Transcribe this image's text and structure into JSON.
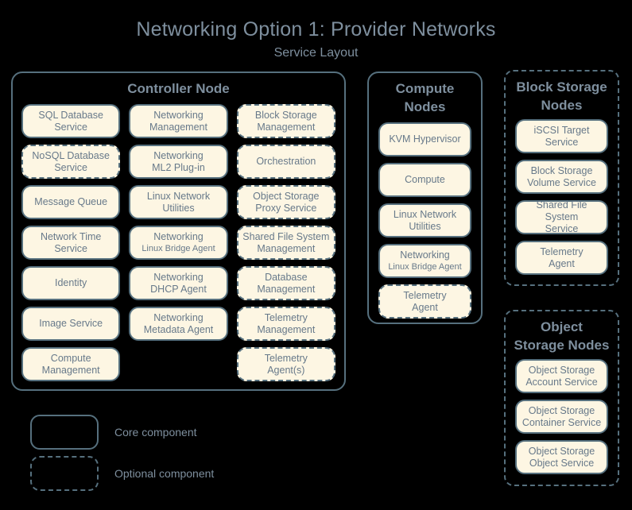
{
  "header": {
    "title": "Networking Option 1: Provider Networks",
    "subtitle": "Service Layout"
  },
  "colors": {
    "background": "#000000",
    "chip_fill": "#fdf6e3",
    "border": "#56707e",
    "heading_text": "#7e8f9e",
    "chip_text": "#67798a"
  },
  "controller_node": {
    "title": "Controller Node",
    "style": "core",
    "columns": [
      [
        {
          "l1": "SQL Database",
          "l2": "Service",
          "style": "core"
        },
        {
          "l1": "NoSQL Database",
          "l2": "Service",
          "style": "optional"
        },
        {
          "l1": "Message Queue",
          "l2": "",
          "style": "core"
        },
        {
          "l1": "Network Time",
          "l2": "Service",
          "style": "core"
        },
        {
          "l1": "Identity",
          "l2": "",
          "style": "core"
        },
        {
          "l1": "Image Service",
          "l2": "",
          "style": "core"
        },
        {
          "l1": "Compute",
          "l2": "Management",
          "style": "core"
        }
      ],
      [
        {
          "l1": "Networking",
          "l2": "Management",
          "style": "core"
        },
        {
          "l1": "Networking",
          "l2": "ML2 Plug-in",
          "style": "core"
        },
        {
          "l1": "Linux Network",
          "l2": "Utilities",
          "style": "core"
        },
        {
          "l1": "Networking",
          "l2": "Linux Bridge Agent",
          "l2_small": true,
          "style": "core"
        },
        {
          "l1": "Networking",
          "l2": "DHCP Agent",
          "style": "core"
        },
        {
          "l1": "Networking",
          "l2": "Metadata Agent",
          "style": "core"
        },
        {
          "l1": "",
          "l2": "",
          "style": "empty"
        }
      ],
      [
        {
          "l1": "Block Storage",
          "l2": "Management",
          "style": "optional"
        },
        {
          "l1": "Orchestration",
          "l2": "",
          "style": "optional"
        },
        {
          "l1": "Object Storage",
          "l2": "Proxy Service",
          "style": "optional"
        },
        {
          "l1": "Shared File System",
          "l2": "Management",
          "style": "optional"
        },
        {
          "l1": "Database",
          "l2": "Management",
          "style": "optional"
        },
        {
          "l1": "Telemetry",
          "l2": "Management",
          "style": "optional"
        },
        {
          "l1": "Telemetry",
          "l2": "Agent(s)",
          "style": "optional"
        }
      ]
    ]
  },
  "compute_nodes": {
    "title": "Compute\nNodes",
    "title_lines": [
      "Compute",
      "Nodes"
    ],
    "style": "core",
    "items": [
      {
        "l1": "KVM Hypervisor",
        "l2": "",
        "style": "core"
      },
      {
        "l1": "Compute",
        "l2": "",
        "style": "core"
      },
      {
        "l1": "Linux Network",
        "l2": "Utilities",
        "style": "core"
      },
      {
        "l1": "Networking",
        "l2": "Linux Bridge Agent",
        "l2_small": true,
        "style": "core"
      },
      {
        "l1": "Telemetry",
        "l2": "Agent",
        "style": "optional"
      }
    ]
  },
  "block_storage_nodes": {
    "title_lines": [
      "Block Storage",
      "Nodes"
    ],
    "style": "optional",
    "items": [
      {
        "l1": "iSCSI Target",
        "l2": "Service",
        "style": "core"
      },
      {
        "l1": "Block Storage",
        "l2": "Volume Service",
        "style": "core"
      },
      {
        "l1": "Shared File System",
        "l2": "Service",
        "style": "core"
      },
      {
        "l1": "Telemetry",
        "l2": "Agent",
        "style": "core"
      }
    ]
  },
  "object_storage_nodes": {
    "title_lines": [
      "Object",
      "Storage Nodes"
    ],
    "style": "optional",
    "items": [
      {
        "l1": "Object Storage",
        "l2": "Account Service",
        "style": "core"
      },
      {
        "l1": "Object Storage",
        "l2": "Container Service",
        "style": "core"
      },
      {
        "l1": "Object Storage",
        "l2": "Object Service",
        "style": "core"
      }
    ]
  },
  "legend": {
    "items": [
      {
        "label": "Core component",
        "style": "core"
      },
      {
        "label": "Optional component",
        "style": "optional"
      }
    ]
  }
}
